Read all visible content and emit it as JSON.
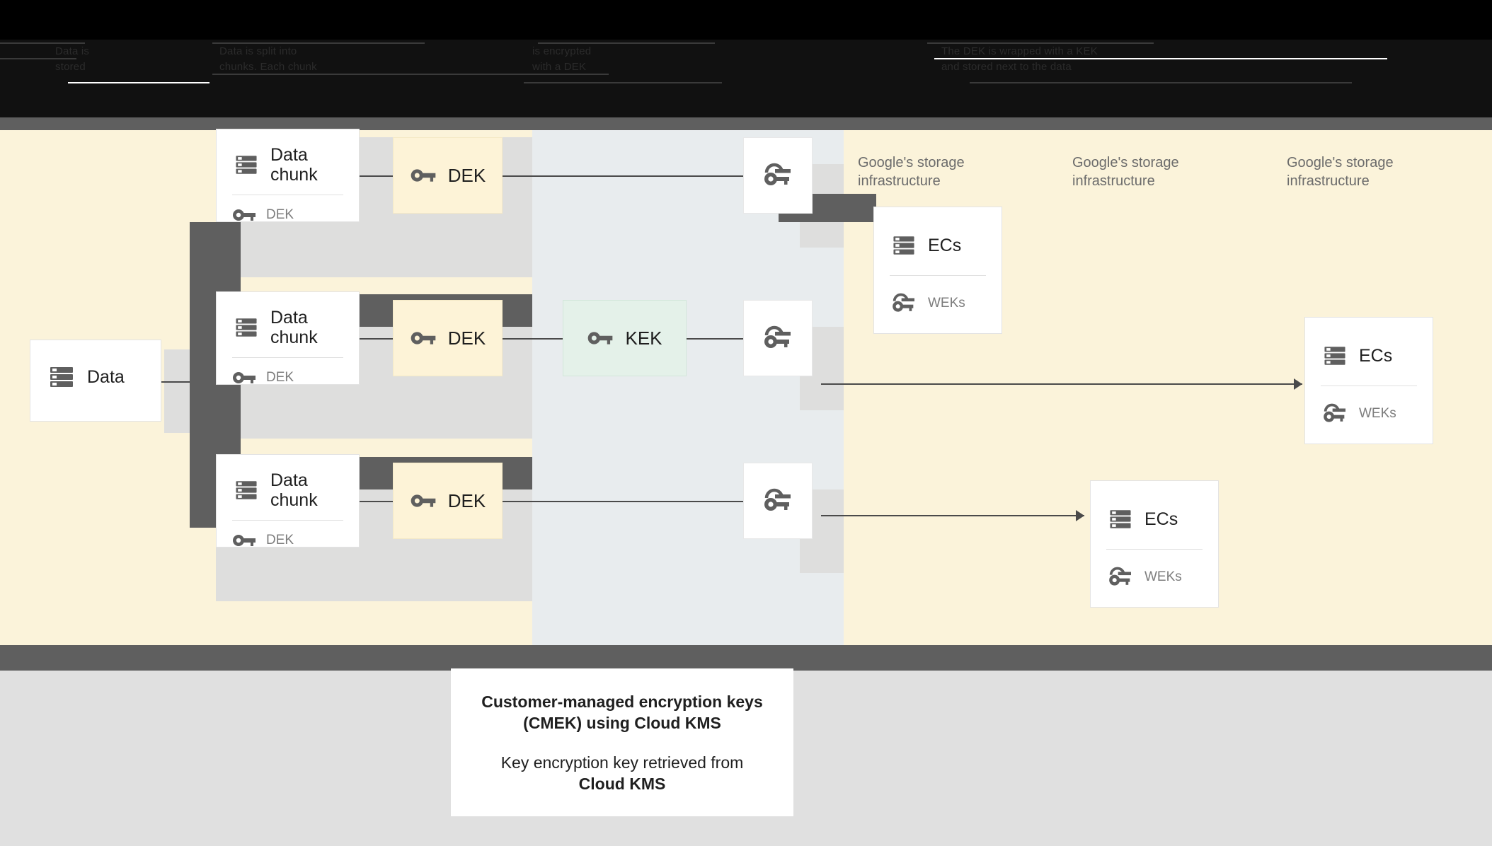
{
  "header": {
    "redacted": true,
    "columns": [
      {
        "line1": "Data is",
        "line2": "stored"
      },
      {
        "line1": "Data is split into",
        "line2": "chunks. Each chunk"
      },
      {
        "line1": "is encrypted",
        "line2": "with a DEK"
      },
      {
        "line1": "The DEK is wrapped with a KEK",
        "line2": "and stored next to the data"
      }
    ]
  },
  "diagram": {
    "source": {
      "label": "Data",
      "icon": "server-icon"
    },
    "chunks": [
      {
        "title": "Data\nchunk",
        "icon": "server-icon",
        "key_label": "DEK",
        "key_icon": "key-icon"
      },
      {
        "title": "Data\nchunk",
        "icon": "server-icon",
        "key_label": "DEK",
        "key_icon": "key-icon"
      },
      {
        "title": "Data\nchunk",
        "icon": "server-icon",
        "key_label": "DEK",
        "key_icon": "key-icon"
      }
    ],
    "deks": [
      {
        "label": "DEK",
        "icon": "key-icon"
      },
      {
        "label": "DEK",
        "icon": "key-icon"
      },
      {
        "label": "DEK",
        "icon": "key-icon"
      }
    ],
    "kek": {
      "label": "KEK",
      "icon": "key-icon"
    },
    "wrapped_keys": [
      {
        "icon": "wrapped-key-icon"
      },
      {
        "icon": "wrapped-key-icon"
      },
      {
        "icon": "wrapped-key-icon"
      }
    ],
    "infra_labels": [
      "Google's storage\ninfrastructure",
      "Google's storage\ninfrastructure",
      "Google's storage\ninfrastructure"
    ],
    "ec_cards": [
      {
        "title": "ECs",
        "icon": "server-icon",
        "key_label": "WEKs",
        "key_icon": "wrapped-key-icon"
      },
      {
        "title": "ECs",
        "icon": "server-icon",
        "key_label": "WEKs",
        "key_icon": "wrapped-key-icon"
      },
      {
        "title": "ECs",
        "icon": "server-icon",
        "key_label": "WEKs",
        "key_icon": "wrapped-key-icon"
      }
    ]
  },
  "caption": {
    "title": "Customer-managed encryption keys\n(CMEK) using Cloud KMS",
    "body_prefix": "Key encryption key retrieved from",
    "body_bold": "Cloud KMS"
  },
  "colors": {
    "canvas_cream": "#fbf3da",
    "band_mid": "#e8ecee",
    "grey_column": "#dededd",
    "redaction": "#5f5f5f",
    "dek_fill": "#fdf3d7",
    "kek_fill": "#e4f1e9",
    "icon_grey": "#5f5f5f",
    "page_grey": "#e0e0e0",
    "text_dark": "#1f1f1f",
    "text_muted": "#7d7d7d"
  }
}
